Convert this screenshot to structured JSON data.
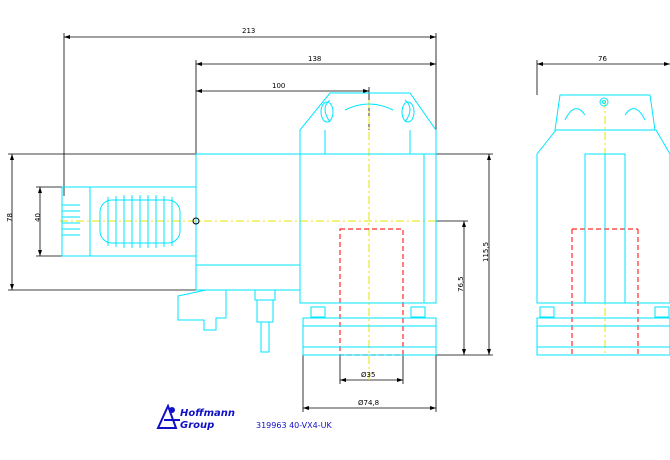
{
  "drawing": {
    "part_number": "319963 40-VX4-UK",
    "logo": {
      "line1": "Hoffmann",
      "line2": "Group"
    },
    "dimensions": {
      "overall_length": "213",
      "length_138": "138",
      "length_100": "100",
      "width_76": "76",
      "height_78": "78",
      "shank_40": "40",
      "height_115": "115,5",
      "height_76": "76,5",
      "bore_35": "Ø35",
      "flange_74": "Ø74,8"
    }
  },
  "colors": {
    "outline": "#00e5ff",
    "dimension": "#000000",
    "centerline": "#e6e600",
    "hidden": "#ff0000",
    "logo": "#1010c8"
  }
}
